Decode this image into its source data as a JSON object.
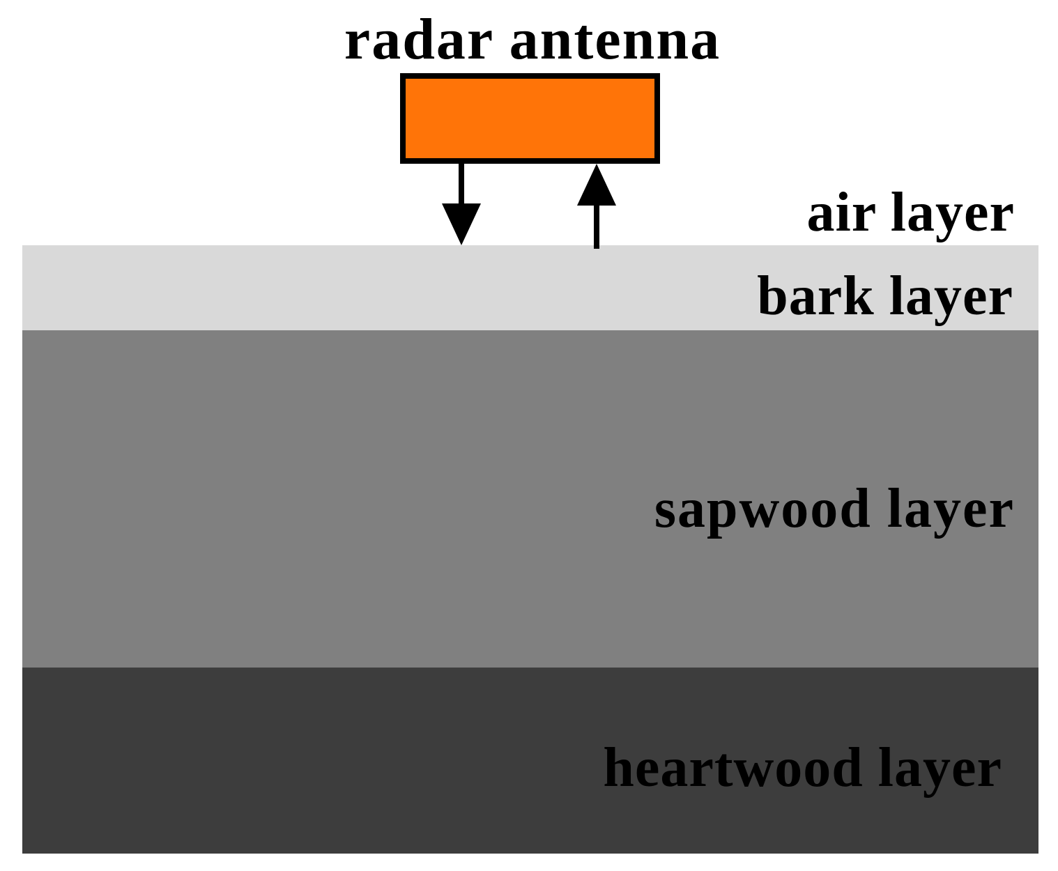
{
  "diagram": {
    "antenna_label": "radar antenna",
    "layers": {
      "air": {
        "label": "air layer",
        "color": "#ffffff"
      },
      "bark": {
        "label": "bark layer",
        "color": "#d9d9d9"
      },
      "sapwood": {
        "label": "sapwood layer",
        "color": "#808080"
      },
      "heartwood": {
        "label": "heartwood layer",
        "color": "#3d3d3d"
      }
    },
    "antenna_color": "#ff7408",
    "arrows": {
      "transmit": "down-arrow-icon",
      "receive": "up-arrow-icon"
    }
  }
}
